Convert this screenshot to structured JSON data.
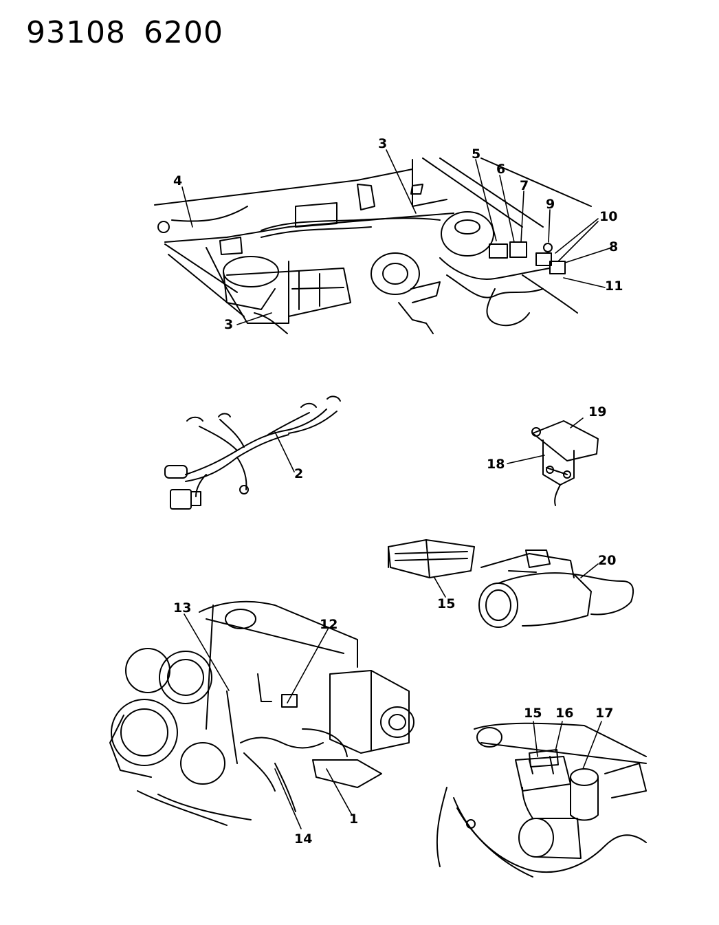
{
  "header": {
    "code_left": "93108",
    "code_right": "6200"
  },
  "callouts": [
    {
      "id": "c3a",
      "label": "3"
    },
    {
      "id": "c4",
      "label": "4"
    },
    {
      "id": "c5",
      "label": "5"
    },
    {
      "id": "c6",
      "label": "6"
    },
    {
      "id": "c7",
      "label": "7"
    },
    {
      "id": "c9",
      "label": "9"
    },
    {
      "id": "c10",
      "label": "10"
    },
    {
      "id": "c8",
      "label": "8"
    },
    {
      "id": "c11",
      "label": "11"
    },
    {
      "id": "c3b",
      "label": "3"
    },
    {
      "id": "c2",
      "label": "2"
    },
    {
      "id": "c19",
      "label": "19"
    },
    {
      "id": "c18",
      "label": "18"
    },
    {
      "id": "c20",
      "label": "20"
    },
    {
      "id": "c15a",
      "label": "15"
    },
    {
      "id": "c13",
      "label": "13"
    },
    {
      "id": "c12",
      "label": "12"
    },
    {
      "id": "c14",
      "label": "14"
    },
    {
      "id": "c1",
      "label": "1"
    },
    {
      "id": "c15b",
      "label": "15"
    },
    {
      "id": "c16",
      "label": "16"
    },
    {
      "id": "c17",
      "label": "17"
    }
  ],
  "colors": {
    "ink": "#000000",
    "paper": "#ffffff"
  }
}
